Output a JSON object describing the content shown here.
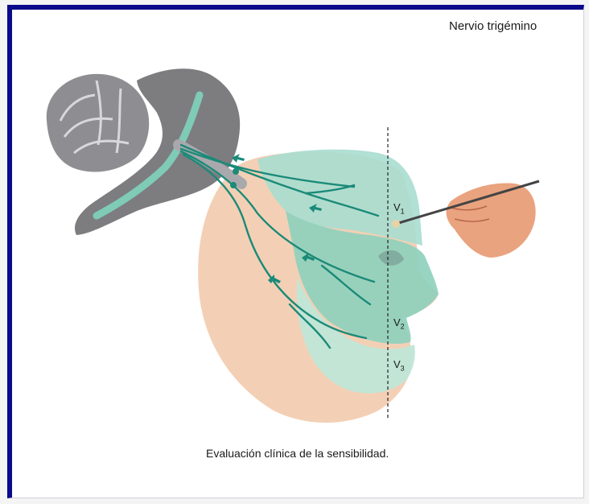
{
  "title": "Nervio trigémino",
  "caption": "Evaluación clínica de la sensibilidad.",
  "regions": [
    {
      "base": "V",
      "sub": "1"
    },
    {
      "base": "V",
      "sub": "2"
    },
    {
      "base": "V",
      "sub": "3"
    }
  ],
  "colors": {
    "frame": "#0a0a8a",
    "v1_zone": "#a8ddd0",
    "v2_zone": "#8fd0bd",
    "v3_zone": "#bfe6d8",
    "skin": "#f3d0b5",
    "nerve": "#1b8a78",
    "brainstem": "#7d7d80"
  }
}
